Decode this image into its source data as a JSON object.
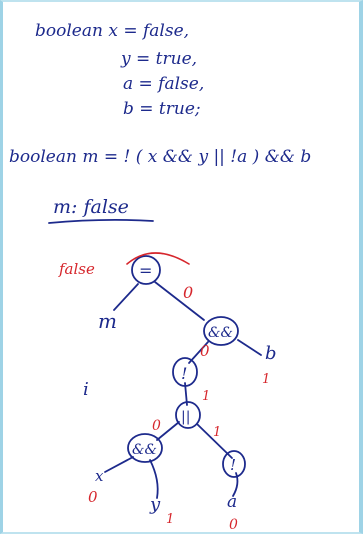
{
  "code": {
    "line1": "boolean  x = false,",
    "line2": "y = true,",
    "line3": "a = false,",
    "line4": "b = true;",
    "line5": "boolean m =  ! ( x && y  ||  !a ) && b",
    "result": "m: false"
  },
  "tree": {
    "root_op": "=",
    "root_left": "m",
    "root_value_label": "false",
    "and_op": "&&",
    "and_right": "b",
    "not_op": "!",
    "or_op": "||",
    "inner_and_op": "&&",
    "inner_not_op": "!",
    "leaf_x": "x",
    "leaf_y": "y",
    "leaf_a": "a",
    "stray_mark": "i"
  },
  "values": {
    "assign_edge": "0",
    "and_to_b": "1",
    "and_to_not": "0",
    "not_to_or": "1",
    "or_to_inner_and": "0",
    "or_to_inner_not": "1",
    "x_val": "0",
    "y_val": "1",
    "a_val": "0"
  },
  "colors": {
    "ink": "#1d2a8c",
    "red": "#d6262c",
    "frame": "#9ed3e6"
  }
}
